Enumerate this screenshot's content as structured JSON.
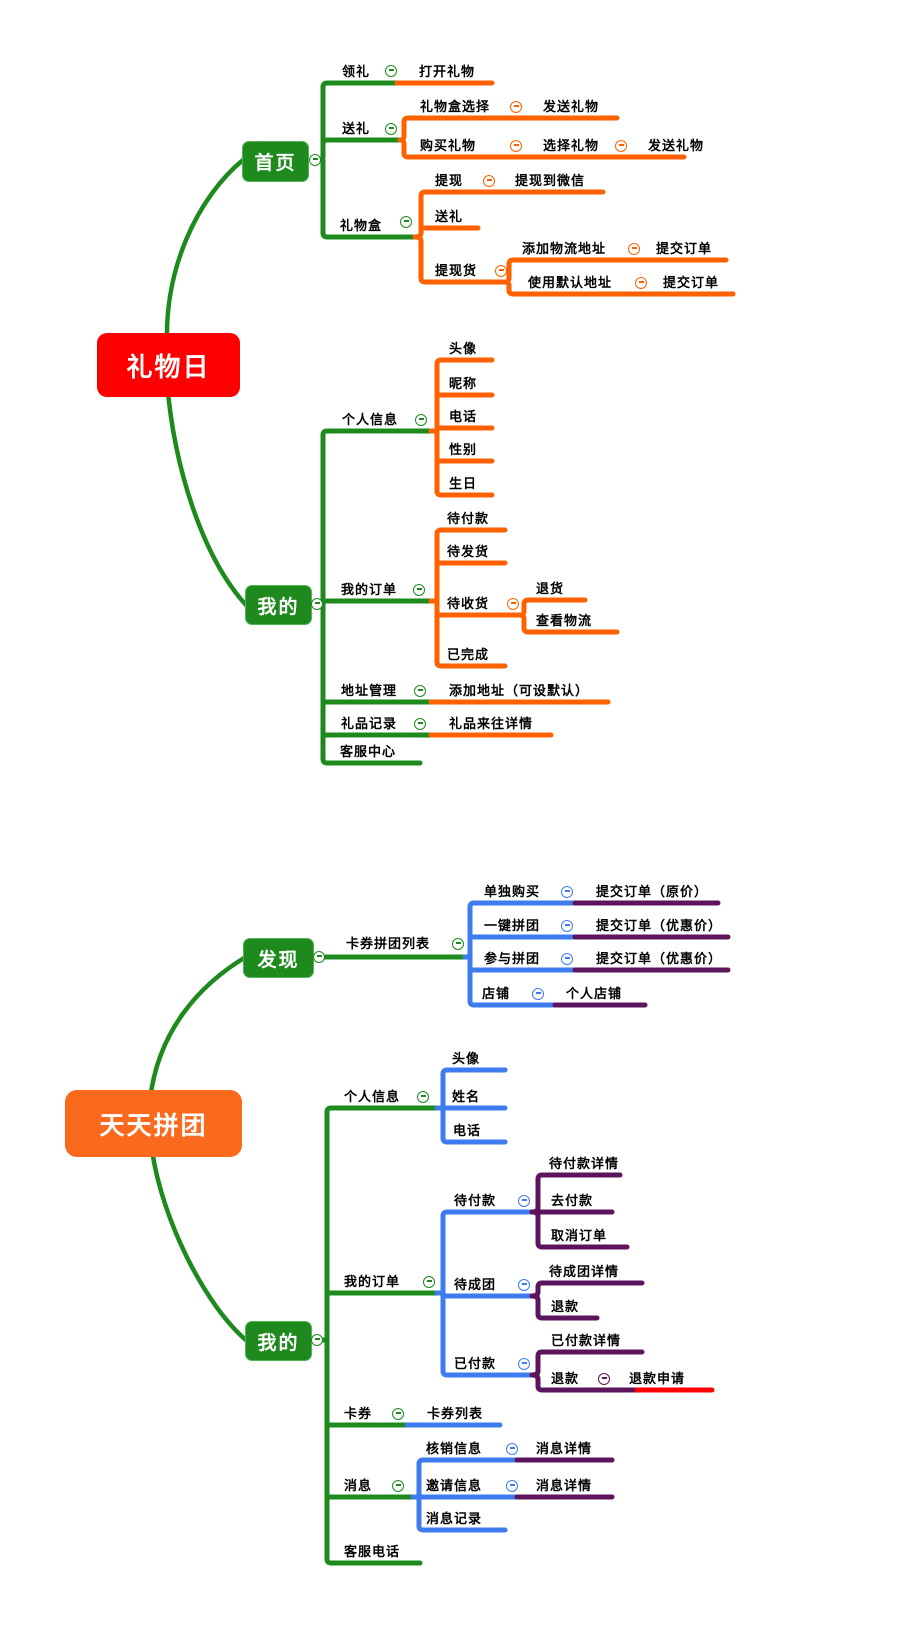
{
  "colors": {
    "root_red": "#FE0000",
    "root_orange": "#FB6A1C",
    "branch_green": "#1E8A1E",
    "branch_orange": "#FF6100",
    "branch_blue": "#3E7BEE",
    "branch_purple": "#5C155C",
    "branch_red": "#FF0000"
  },
  "icons": {
    "collapse": "minus-circle"
  },
  "map1": {
    "root": {
      "label": "礼物日"
    },
    "home": {
      "label": "首页",
      "lingli": {
        "label": "领礼",
        "dakai": {
          "label": "打开礼物"
        }
      },
      "songli": {
        "label": "送礼",
        "hexuan": {
          "label": "礼物盒选择",
          "fasong": {
            "label": "发送礼物"
          }
        },
        "goumai": {
          "label": "购买礼物",
          "xuanze": {
            "label": "选择礼物",
            "fasong": {
              "label": "发送礼物"
            }
          }
        }
      },
      "liwuhe": {
        "label": "礼物盒",
        "tixian": {
          "label": "提现",
          "weixin": {
            "label": "提现到微信"
          }
        },
        "songli2": {
          "label": "送礼"
        },
        "tixianhuo": {
          "label": "提现货",
          "addaddr": {
            "label": "添加物流地址",
            "submit": {
              "label": "提交订单"
            }
          },
          "defaddr": {
            "label": "使用默认地址",
            "submit": {
              "label": "提交订单"
            }
          }
        }
      }
    },
    "mine": {
      "label": "我的",
      "info": {
        "label": "个人信息",
        "avatar": {
          "label": "头像"
        },
        "nick": {
          "label": "昵称"
        },
        "phone": {
          "label": "电话"
        },
        "gender": {
          "label": "性别"
        },
        "birthday": {
          "label": "生日"
        }
      },
      "orders": {
        "label": "我的订单",
        "topay": {
          "label": "待付款"
        },
        "toship": {
          "label": "待发货"
        },
        "toreceive": {
          "label": "待收货",
          "return": {
            "label": "退货"
          },
          "logistics": {
            "label": "查看物流"
          }
        },
        "done": {
          "label": "已完成"
        }
      },
      "address": {
        "label": "地址管理",
        "add": {
          "label": "添加地址（可设默认）"
        }
      },
      "records": {
        "label": "礼品记录",
        "detail": {
          "label": "礼品来往详情"
        }
      },
      "service": {
        "label": "客服中心"
      }
    }
  },
  "map2": {
    "root": {
      "label": "天天拼团"
    },
    "discover": {
      "label": "发现",
      "grouplist": {
        "label": "卡券拼团列表",
        "single": {
          "label": "单独购买",
          "submit": {
            "label": "提交订单（原价）"
          }
        },
        "onekey": {
          "label": "一键拼团",
          "submit": {
            "label": "提交订单（优惠价）"
          }
        },
        "join": {
          "label": "参与拼团",
          "submit": {
            "label": "提交订单（优惠价）"
          }
        },
        "shop": {
          "label": "店铺",
          "personal": {
            "label": "个人店铺"
          }
        }
      }
    },
    "mine": {
      "label": "我的",
      "info": {
        "label": "个人信息",
        "avatar": {
          "label": "头像"
        },
        "name": {
          "label": "姓名"
        },
        "phone": {
          "label": "电话"
        }
      },
      "orders": {
        "label": "我的订单",
        "topay": {
          "label": "待付款",
          "detail": {
            "label": "待付款详情"
          },
          "gopay": {
            "label": "去付款"
          },
          "cancel": {
            "label": "取消订单"
          }
        },
        "togroup": {
          "label": "待成团",
          "detail": {
            "label": "待成团详情"
          },
          "refund": {
            "label": "退款"
          }
        },
        "paid": {
          "label": "已付款",
          "detail": {
            "label": "已付款详情"
          },
          "refund": {
            "label": "退款",
            "apply": {
              "label": "退款申请"
            }
          }
        }
      },
      "coupon": {
        "label": "卡券",
        "list": {
          "label": "卡券列表"
        }
      },
      "message": {
        "label": "消息",
        "verify": {
          "label": "核销信息",
          "detail": {
            "label": "消息详情"
          }
        },
        "invite": {
          "label": "邀请信息",
          "detail": {
            "label": "消息详情"
          }
        },
        "history": {
          "label": "消息记录"
        }
      },
      "service": {
        "label": "客服电话"
      }
    }
  }
}
